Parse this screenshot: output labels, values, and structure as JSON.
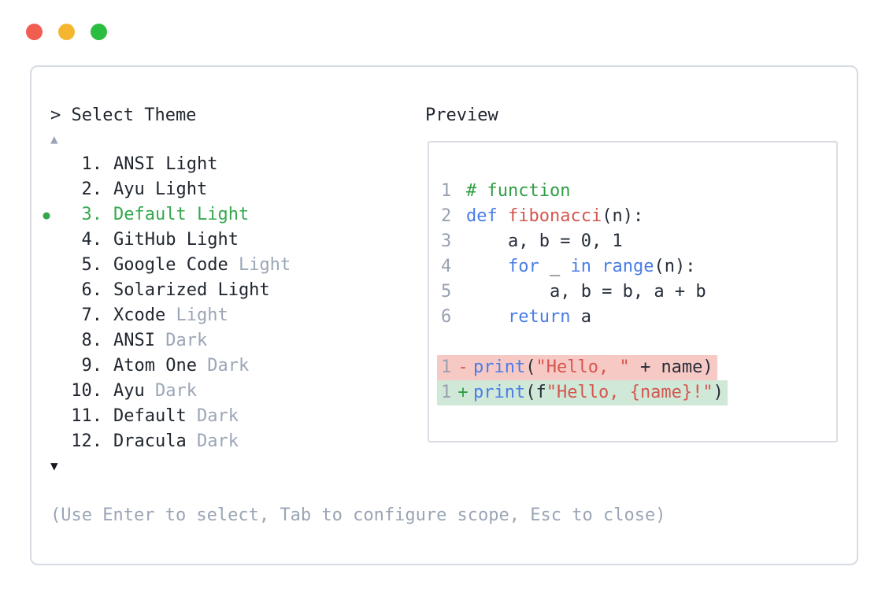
{
  "window": {
    "controls": [
      {
        "name": "close",
        "color": "#f25d52"
      },
      {
        "name": "minimize",
        "color": "#f4b62e"
      },
      {
        "name": "zoom",
        "color": "#2abd3f"
      }
    ]
  },
  "theme_picker": {
    "prompt": "> Select Theme",
    "scroll_up_indicator": "▲",
    "scroll_down_indicator": "▼",
    "items": [
      {
        "number": "1.",
        "name": "ANSI Light",
        "muted": "",
        "selected": false
      },
      {
        "number": "2.",
        "name": "Ayu Light",
        "muted": "",
        "selected": false
      },
      {
        "number": "3.",
        "name": "Default Light",
        "muted": "",
        "selected": true
      },
      {
        "number": "4.",
        "name": "GitHub Light",
        "muted": "",
        "selected": false
      },
      {
        "number": "5.",
        "name": "Google Code",
        "muted": "Light",
        "selected": false
      },
      {
        "number": "6.",
        "name": "Solarized Light",
        "muted": "",
        "selected": false
      },
      {
        "number": "7.",
        "name": "Xcode",
        "muted": "Light",
        "selected": false
      },
      {
        "number": "8.",
        "name": "ANSI",
        "muted": "Dark",
        "selected": false
      },
      {
        "number": "9.",
        "name": "Atom One",
        "muted": "Dark",
        "selected": false
      },
      {
        "number": "10.",
        "name": "Ayu",
        "muted": "Dark",
        "selected": false
      },
      {
        "number": "11.",
        "name": "Default",
        "muted": "Dark",
        "selected": false
      },
      {
        "number": "12.",
        "name": "Dracula",
        "muted": "Dark",
        "selected": false
      }
    ],
    "selected_bullet": "●",
    "help_text": "(Use Enter to select, Tab to configure scope, Esc to close)"
  },
  "preview": {
    "label": "Preview",
    "code_lines": [
      {
        "number": "1",
        "diff": "",
        "sign": "",
        "tokens": [
          [
            "cm",
            "# function"
          ]
        ]
      },
      {
        "number": "2",
        "diff": "",
        "sign": "",
        "tokens": [
          [
            "kw",
            "def"
          ],
          [
            "pl",
            " "
          ],
          [
            "fn",
            "fibonacci"
          ],
          [
            "pl",
            "(n):"
          ]
        ]
      },
      {
        "number": "3",
        "diff": "",
        "sign": "",
        "tokens": [
          [
            "pl",
            "    a, b = 0, 1"
          ]
        ]
      },
      {
        "number": "4",
        "diff": "",
        "sign": "",
        "tokens": [
          [
            "pl",
            "    "
          ],
          [
            "kw",
            "for"
          ],
          [
            "pl",
            " _ "
          ],
          [
            "kw",
            "in"
          ],
          [
            "pl",
            " "
          ],
          [
            "kw",
            "range"
          ],
          [
            "pl",
            "(n):"
          ]
        ]
      },
      {
        "number": "5",
        "diff": "",
        "sign": "",
        "tokens": [
          [
            "pl",
            "        a, b = b, a + b"
          ]
        ]
      },
      {
        "number": "6",
        "diff": "",
        "sign": "",
        "tokens": [
          [
            "pl",
            "    "
          ],
          [
            "kw",
            "return"
          ],
          [
            "pl",
            " a"
          ]
        ]
      },
      {
        "number": "",
        "diff": "",
        "sign": "",
        "tokens": []
      },
      {
        "number": "1",
        "diff": "minus",
        "sign": "-",
        "tokens": [
          [
            "kw",
            "print"
          ],
          [
            "pl",
            "("
          ],
          [
            "str",
            "\"Hello, \""
          ],
          [
            "pl",
            " + name)"
          ]
        ]
      },
      {
        "number": "1",
        "diff": "plus",
        "sign": "+",
        "tokens": [
          [
            "kw",
            "print"
          ],
          [
            "pl",
            "(f"
          ],
          [
            "str",
            "\"Hello, {name}!\""
          ],
          [
            "pl",
            ")"
          ]
        ]
      }
    ]
  },
  "colors": {
    "panel_border": "#d7dbe2",
    "dark_text": "#20262f",
    "muted_text": "#9ba6b6",
    "help_text_gray": "#9aa5b6",
    "scroll_up_gray": "#9aa6b8",
    "selected_green": "#35a84e",
    "keyword_blue": "#4a7de9",
    "function_string_red": "#d5564e",
    "comment_green": "#2f9e44",
    "line_number_gray": "#98a1b0",
    "diff_minus_bg": "#f7c9c5",
    "diff_plus_bg": "#cfe8d7",
    "traffic_red": "#f25d52",
    "traffic_yellow": "#f4b62e",
    "traffic_green": "#2abd3f"
  }
}
